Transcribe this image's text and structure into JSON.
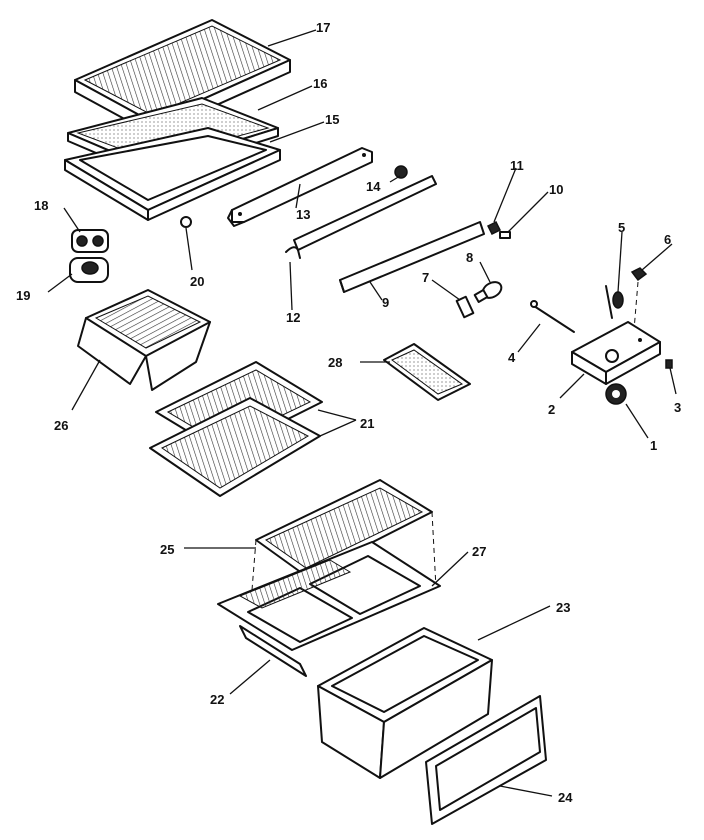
{
  "callouts": [
    {
      "id": "17",
      "label": "17"
    },
    {
      "id": "16",
      "label": "16"
    },
    {
      "id": "15",
      "label": "15"
    },
    {
      "id": "14",
      "label": "14"
    },
    {
      "id": "13",
      "label": "13"
    },
    {
      "id": "11",
      "label": "11"
    },
    {
      "id": "10",
      "label": "10"
    },
    {
      "id": "18",
      "label": "18"
    },
    {
      "id": "19",
      "label": "19"
    },
    {
      "id": "20",
      "label": "20"
    },
    {
      "id": "12",
      "label": "12"
    },
    {
      "id": "9",
      "label": "9"
    },
    {
      "id": "8",
      "label": "8"
    },
    {
      "id": "7",
      "label": "7"
    },
    {
      "id": "5",
      "label": "5"
    },
    {
      "id": "6",
      "label": "6"
    },
    {
      "id": "4",
      "label": "4"
    },
    {
      "id": "28",
      "label": "28"
    },
    {
      "id": "26",
      "label": "26"
    },
    {
      "id": "21",
      "label": "21"
    },
    {
      "id": "2",
      "label": "2"
    },
    {
      "id": "3",
      "label": "3"
    },
    {
      "id": "1",
      "label": "1"
    },
    {
      "id": "25",
      "label": "25"
    },
    {
      "id": "27",
      "label": "27"
    },
    {
      "id": "23",
      "label": "23"
    },
    {
      "id": "22",
      "label": "22"
    },
    {
      "id": "24",
      "label": "24"
    }
  ]
}
